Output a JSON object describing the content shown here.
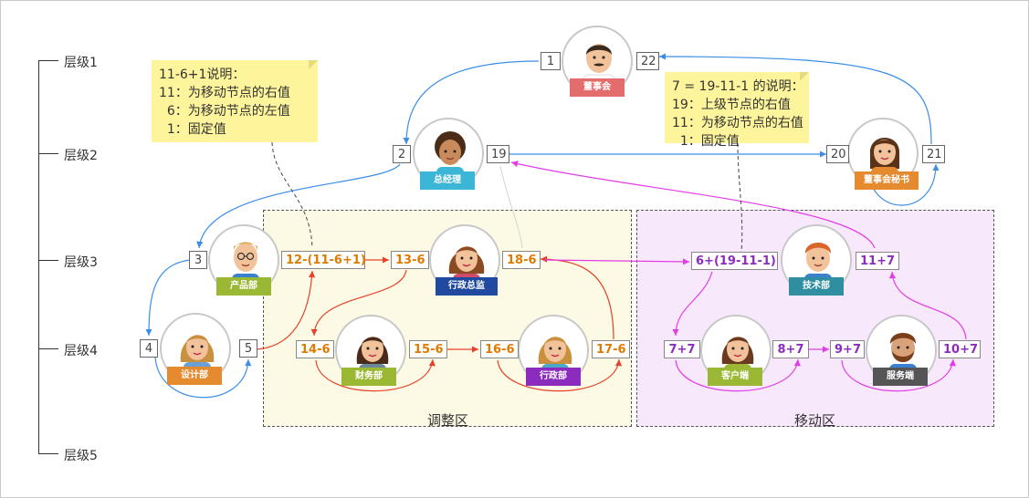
{
  "levels": [
    "层级1",
    "层级2",
    "层级3",
    "层级4",
    "层级5"
  ],
  "zones": {
    "adjust": "调整区",
    "move": "移动区"
  },
  "colors": {
    "blue": "#3a8ee6",
    "red": "#e5412c",
    "magenta": "#e23ce6",
    "purple": "#9a2fc2"
  },
  "nodes": {
    "board": {
      "label": "董事会",
      "left": "1",
      "right": "22",
      "tag_color": "#e36d6d",
      "icon": "man-with-moustache-avatar"
    },
    "gm": {
      "label": "总经理",
      "left": "2",
      "right": "19",
      "tag_color": "#3cb6d6",
      "icon": "curly-hair-woman-avatar"
    },
    "secretary": {
      "label": "董事会秘书",
      "left": "20",
      "right": "21",
      "tag_color": "#e58a2e",
      "icon": "woman-avatar"
    },
    "product": {
      "label": "产品部",
      "left": "3",
      "right": "12-(11-6+1)",
      "tag_color": "#9bb834",
      "icon": "man-with-glasses-avatar"
    },
    "admin_director": {
      "label": "行政总监",
      "left": "13-6",
      "right": "18-6",
      "tag_color": "#1f4aa0",
      "icon": "curly-hair-woman-avatar"
    },
    "tech": {
      "label": "技术部",
      "left": "6+(19-11-1)",
      "right": "11+7",
      "tag_color": "#2f8fa0",
      "icon": "red-hair-man-avatar"
    },
    "design": {
      "label": "设计部",
      "left": "4",
      "right": "5",
      "tag_color": "#e58a2e",
      "icon": "blonde-woman-avatar"
    },
    "finance": {
      "label": "财务部",
      "left": "14-6",
      "right": "15-6",
      "tag_color": "#9bb834",
      "icon": "woman-avatar"
    },
    "admin": {
      "label": "行政部",
      "left": "16-6",
      "right": "17-6",
      "tag_color": "#8c2cbf",
      "icon": "blonde-woman-avatar"
    },
    "customer": {
      "label": "客户端",
      "left": "7+7",
      "right": "8+7",
      "tag_color": "#9bb834",
      "icon": "woman-avatar"
    },
    "service": {
      "label": "服务端",
      "left": "9+7",
      "right": "10+7",
      "tag_color": "#555555",
      "icon": "bearded-man-avatar"
    }
  },
  "notes": {
    "left": "11-6+1说明：\n11：为移动节点的右值\n  6：为移动节点的左值\n  1：固定值",
    "right": "7 = 19-11-1 的说明：\n19：上级节点的右值\n11：为移动节点的右值\n  1：固定值"
  }
}
